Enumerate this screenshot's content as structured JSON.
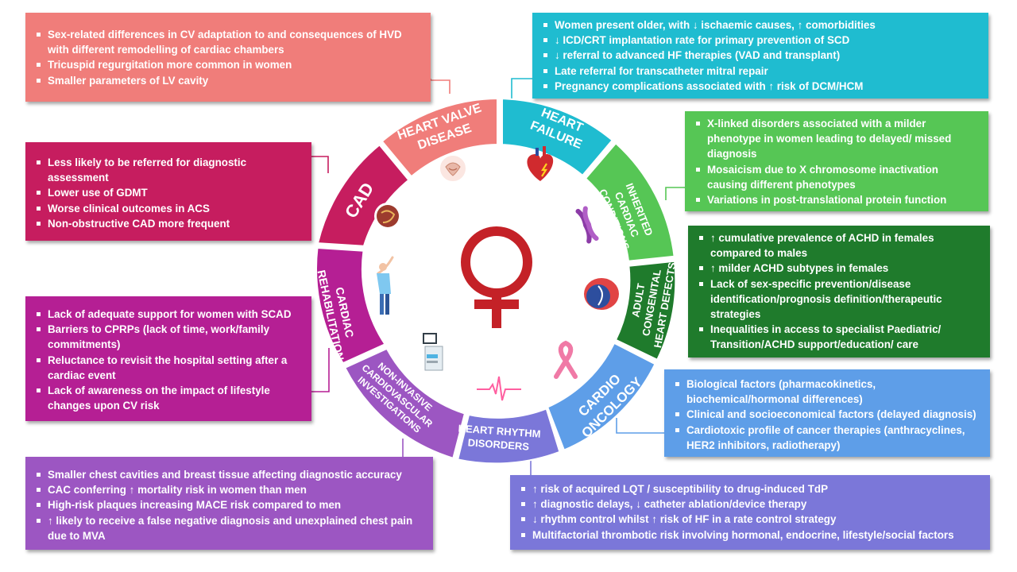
{
  "colors": {
    "heart_valve": "#f07d7a",
    "heart_failure": "#1fbcd0",
    "inherited": "#56c655",
    "achd": "#1f7b2c",
    "cardio_oncology": "#5e9ee8",
    "rhythm": "#7b77d9",
    "noninvasive": "#9c56c2",
    "rehab": "#b51f94",
    "cad": "#c61d5f",
    "venus": "#c42127"
  },
  "segments": {
    "heart_valve": [
      "HEART VALVE",
      "DISEASE"
    ],
    "heart_failure": [
      "HEART",
      "FAILURE"
    ],
    "inherited": [
      "INHERITED",
      "CARDIAC",
      "CONDITIONS"
    ],
    "achd": [
      "ADULT",
      "CONGENITAL",
      "HEART DEFECTS"
    ],
    "cardio_oncology": [
      "CARDIO",
      "ONCOLOGY"
    ],
    "rhythm": [
      "HEART RHYTHM",
      "DISORDERS"
    ],
    "noninvasive": [
      "NON-INVASIVE",
      "CARDIOVASCULAR",
      "INVESTIGATIONS"
    ],
    "rehab": [
      "CARDIAC",
      "REHABILITATION"
    ],
    "cad": [
      "CAD"
    ]
  },
  "icons": {
    "heart_valve": "heart-valve-icon",
    "heart_failure": "failing-heart-icon",
    "inherited": "chromosome-icon",
    "achd": "congenital-heart-icon",
    "cardio_oncology": "pink-ribbon-icon",
    "rhythm": "ecg-trace-icon",
    "noninvasive": "imaging-scanner-icon",
    "rehab": "stretching-woman-icon",
    "cad": "coronary-heart-icon",
    "center": "venus-symbol-icon"
  },
  "boxes": {
    "heart_valve": [
      "Sex-related differences in CV adaptation to and consequences of HVD with different remodelling of cardiac chambers",
      "Tricuspid regurgitation more common in women",
      "Smaller parameters of LV cavity"
    ],
    "cad": [
      "Less likely to be referred for diagnostic assessment",
      "Lower use of GDMT",
      "Worse clinical outcomes in ACS",
      "Non-obstructive CAD more frequent"
    ],
    "rehab": [
      "Lack of adequate support for women with SCAD",
      "Barriers to CPRPs (lack of time, work/family commitments)",
      "Reluctance to revisit the hospital setting after a cardiac event",
      "Lack of awareness on the impact of lifestyle changes upon CV risk"
    ],
    "noninvasive": [
      "Smaller chest cavities and breast tissue affecting diagnostic accuracy",
      "CAC conferring ↑ mortality risk in women than men",
      "High-risk plaques increasing MACE risk compared to men",
      "↑ likely to receive a false negative diagnosis and unexplained chest pain due to MVA"
    ],
    "heart_failure": [
      "Women present older, with ↓ ischaemic causes, ↑ comorbidities",
      "↓ ICD/CRT implantation rate for primary prevention of SCD",
      "↓ referral to advanced HF therapies (VAD and transplant)",
      "Late referral for transcatheter mitral repair",
      "Pregnancy complications associated with ↑ risk of DCM/HCM"
    ],
    "inherited": [
      "X-linked disorders associated with a milder phenotype in women leading to delayed/ missed diagnosis",
      "Mosaicism due to X chromosome inactivation causing different phenotypes",
      "Variations in post-translational protein function"
    ],
    "achd": [
      "↑ cumulative prevalence of ACHD in females compared to males",
      "↑ milder ACHD subtypes in females",
      "Lack of sex-specific prevention/disease identification/prognosis definition/therapeutic strategies",
      "Inequalities in access to specialist Paediatric/ Transition/ACHD support/education/ care"
    ],
    "cardio_oncology": [
      "Biological factors (pharmacokinetics, biochemical/hormonal differences)",
      "Clinical and socioeconomical factors (delayed diagnosis)",
      "Cardiotoxic profile of cancer therapies (anthracyclines, HER2 inhibitors, radiotherapy)"
    ],
    "rhythm": [
      "↑ risk of acquired LQT / susceptibility to drug-induced TdP",
      "↑ diagnostic delays, ↓ catheter ablation/device therapy",
      "↓ rhythm control whilst ↑ risk of HF in a rate control strategy",
      "Multifactorial thrombotic risk involving hormonal, endocrine, lifestyle/social factors"
    ]
  }
}
